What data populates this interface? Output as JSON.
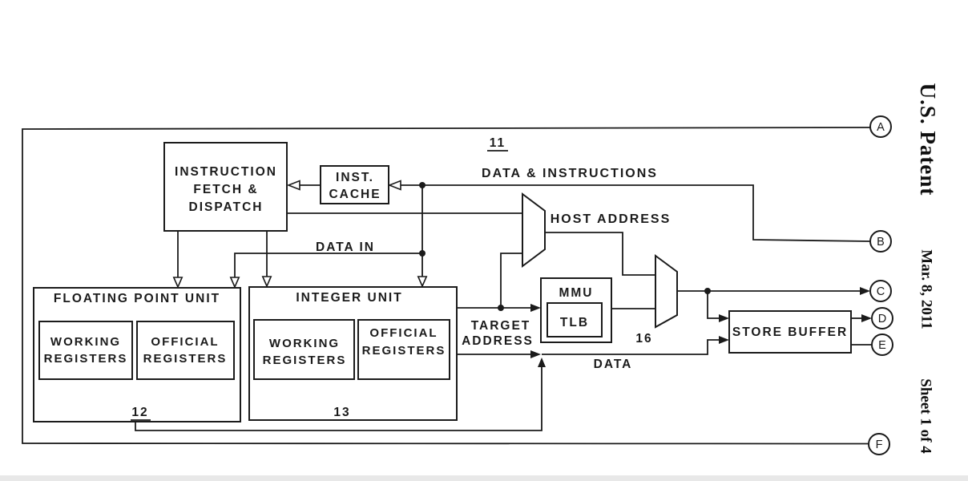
{
  "margin": {
    "patent_title": "U.S. Patent",
    "date": "Mar. 8, 2011",
    "sheet": "Sheet 1 of 4"
  },
  "figure": {
    "chip_ref": "11",
    "blocks": {
      "instruction_fetch_dispatch": {
        "line1": "INSTRUCTION",
        "line2": "FETCH &",
        "line3": "DISPATCH"
      },
      "inst_cache": {
        "line1": "INST.",
        "line2": "CACHE"
      },
      "floating_point_unit": {
        "title": "FLOATING POINT UNIT",
        "ref": "12",
        "working_registers": {
          "line1": "WORKING",
          "line2": "REGISTERS"
        },
        "official_registers": {
          "line1": "OFFICIAL",
          "line2": "REGISTERS"
        }
      },
      "integer_unit": {
        "title": "INTEGER UNIT",
        "ref": "13",
        "working_registers": {
          "line1": "WORKING",
          "line2": "REGISTERS"
        },
        "official_registers": {
          "line1": "OFFICIAL",
          "line2": "REGISTERS"
        }
      },
      "mmu": {
        "title": "MMU",
        "tlb": "TLB"
      },
      "mux_ref": "16",
      "store_buffer": "STORE BUFFER"
    },
    "signals": {
      "data_and_instructions": "DATA & INSTRUCTIONS",
      "host_address": "HOST ADDRESS",
      "data_in": "DATA IN",
      "target_address": {
        "line1": "TARGET",
        "line2": "ADDRESS"
      },
      "data": "DATA"
    },
    "connectors": {
      "a": "A",
      "b": "B",
      "c": "C",
      "d": "D",
      "e": "E",
      "f": "F"
    }
  },
  "colors": {
    "ink": "#1b1b1b",
    "paper": "#ffffff",
    "footer_strip": "#e8e8e8"
  }
}
